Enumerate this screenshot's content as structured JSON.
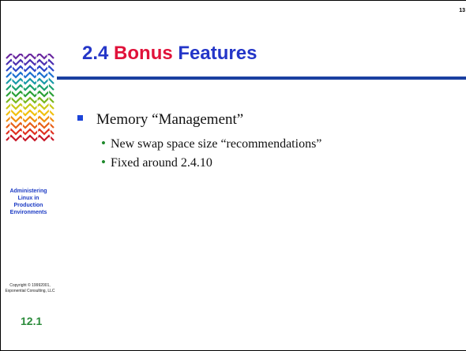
{
  "page_number": "13",
  "title": {
    "prefix": "2.4",
    "accent": "Bonus",
    "suffix": "Features"
  },
  "bullets": {
    "level1": "Memory “Management”",
    "level2": [
      "New swap space size “recommendations”",
      "Fixed around 2.4.10"
    ]
  },
  "sidebar": {
    "course_title_lines": [
      "Administering",
      "Linux in",
      "Production",
      "Environments"
    ],
    "copyright_lines": [
      "Copyright © 19992001,",
      "Exponential Consulting, LLC"
    ],
    "section_number": "12.1"
  },
  "colors": {
    "title": "#2436c8",
    "title_accent": "#e0123a",
    "rule": "#1a3fa0",
    "bullet_marker": "#1c44d8",
    "sub_bullet_dot": "#1f8a2c",
    "sidebar_title": "#1c3bc4",
    "section_number": "#2a8a3a"
  },
  "icons": {
    "logo": "multicolor-zigzag-logo-icon",
    "bullet": "square-bullet-icon",
    "sub_bullet": "round-bullet-icon"
  }
}
